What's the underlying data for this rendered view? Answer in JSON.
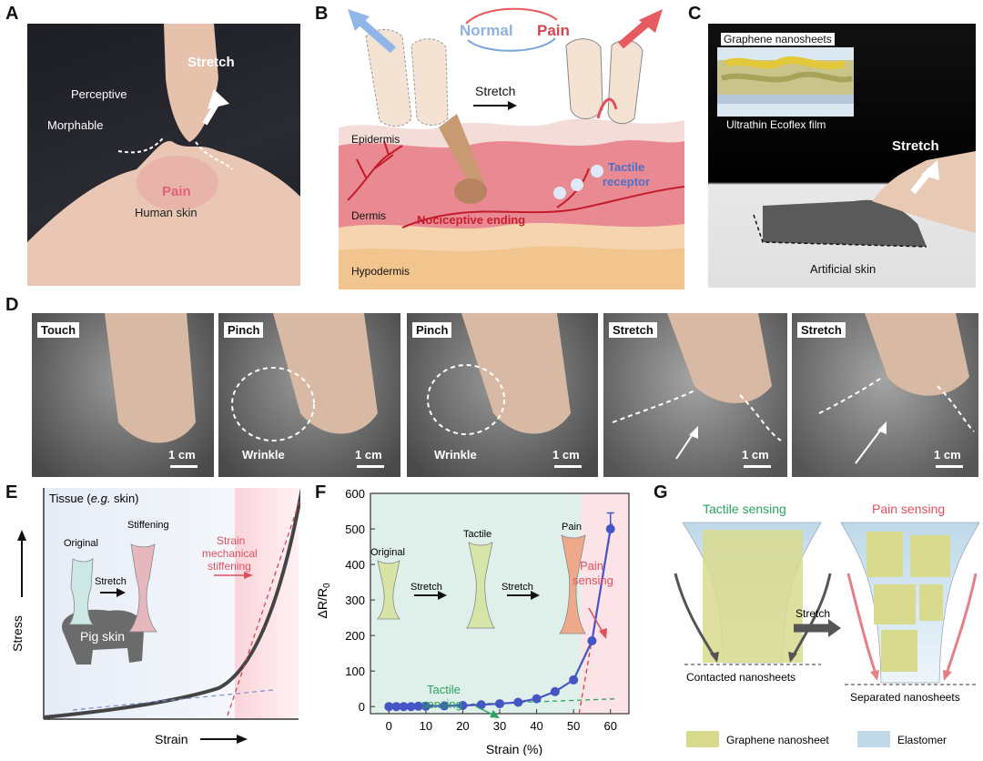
{
  "panel_labels": {
    "a": "A",
    "b": "B",
    "c": "C",
    "d": "D",
    "e": "E",
    "f": "F",
    "g": "G"
  },
  "panel_a": {
    "stretch": "Stretch",
    "perceptive": "Perceptive",
    "morphable": "Morphable",
    "pain": "Pain",
    "human_skin": "Human skin"
  },
  "panel_b": {
    "normal": "Normal",
    "pain": "Pain",
    "stretch": "Stretch",
    "epidermis": "Epidermis",
    "dermis": "Dermis",
    "hypodermis": "Hypodermis",
    "nociceptive": "Nociceptive ending",
    "tactile_1": "Tactile",
    "tactile_2": "receptor"
  },
  "panel_c": {
    "graphene": "Graphene nanosheets",
    "ecoflex": "Ultrathin Ecoflex film",
    "stretch": "Stretch",
    "artificial": "Artificial skin"
  },
  "panel_d": {
    "frames": [
      {
        "label": "Touch",
        "wrinkle": "",
        "scale": "1 cm"
      },
      {
        "label": "Pinch",
        "wrinkle": "Wrinkle",
        "scale": "1 cm"
      },
      {
        "label": "Pinch",
        "wrinkle": "Wrinkle",
        "scale": "1 cm"
      },
      {
        "label": "Stretch",
        "wrinkle": "",
        "scale": "1 cm"
      },
      {
        "label": "Stretch",
        "wrinkle": "",
        "scale": "1 cm"
      }
    ]
  },
  "panel_e": {
    "tissue_a": "Tissue (",
    "tissue_b": "e.g.",
    "tissue_c": " skin)",
    "stiffening": "Stiffening",
    "original": "Original",
    "stretch": "Stretch",
    "smf_1": "Strain",
    "smf_2": "mechanical",
    "smf_3": "stiffening",
    "pig": "Pig skin",
    "ylabel": "Stress",
    "xlabel": "Strain"
  },
  "panel_f": {
    "original": "Original",
    "tactile": "Tactile",
    "pain": "Pain",
    "stretch1": "Stretch",
    "stretch2": "Stretch",
    "pain_s1": "Pain",
    "pain_s2": "sensing",
    "tact_s1": "Tactile",
    "tact_s2": "sensing",
    "ylabel_a": "ΔR/R",
    "ylabel_sub": "0",
    "xlabel": "Strain (%)"
  },
  "panel_g": {
    "tactile": "Tactile sensing",
    "pain": "Pain sensing",
    "stretch": "Stretch",
    "contacted": "Contacted nanosheets",
    "separated": "Separated nanosheets",
    "legend_graphene": "Graphene nanosheet",
    "legend_elastomer": "Elastomer"
  },
  "chart_data": {
    "type": "scatter",
    "xlabel": "Strain (%)",
    "ylabel": "ΔR/R0",
    "xlim": [
      -5,
      65
    ],
    "ylim": [
      -20,
      600
    ],
    "xticks": [
      0,
      10,
      20,
      30,
      40,
      50,
      60
    ],
    "yticks": [
      0,
      100,
      200,
      300,
      400,
      500,
      600
    ],
    "series": [
      {
        "x": [
          0,
          2,
          4,
          6,
          8,
          10,
          15,
          20,
          25,
          30,
          35,
          40,
          45,
          50,
          55,
          60
        ],
        "y": [
          0,
          0,
          0,
          0,
          1,
          1,
          2,
          3,
          5,
          8,
          12,
          22,
          42,
          75,
          185,
          500
        ]
      }
    ],
    "colors": {
      "marker": "#4556c4",
      "tactile_fit": "#2aa35f",
      "pain_fit": "#e03c3c",
      "tactile_region": "#dfefea",
      "pain_region": "#fbe3e8"
    }
  }
}
